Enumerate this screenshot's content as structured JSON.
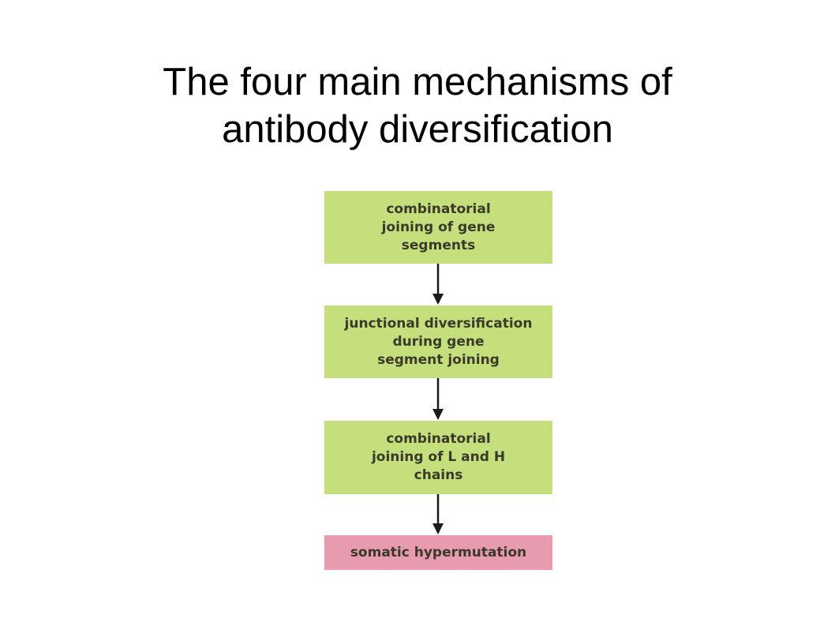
{
  "title": {
    "line1": "The four main mechanisms of",
    "line2": "antibody diversification"
  },
  "flowchart": {
    "steps": [
      {
        "label": "combinatorial\njoining of gene\nsegments",
        "color": "#c6df7d"
      },
      {
        "label": "junctional diversification\nduring gene\nsegment joining",
        "color": "#c6df7d"
      },
      {
        "label": "combinatorial\njoining of L and H\nchains",
        "color": "#c6df7d"
      },
      {
        "label": "somatic hypermutation",
        "color": "#e89aae"
      }
    ],
    "arrow_color": "#1a1a1a"
  }
}
